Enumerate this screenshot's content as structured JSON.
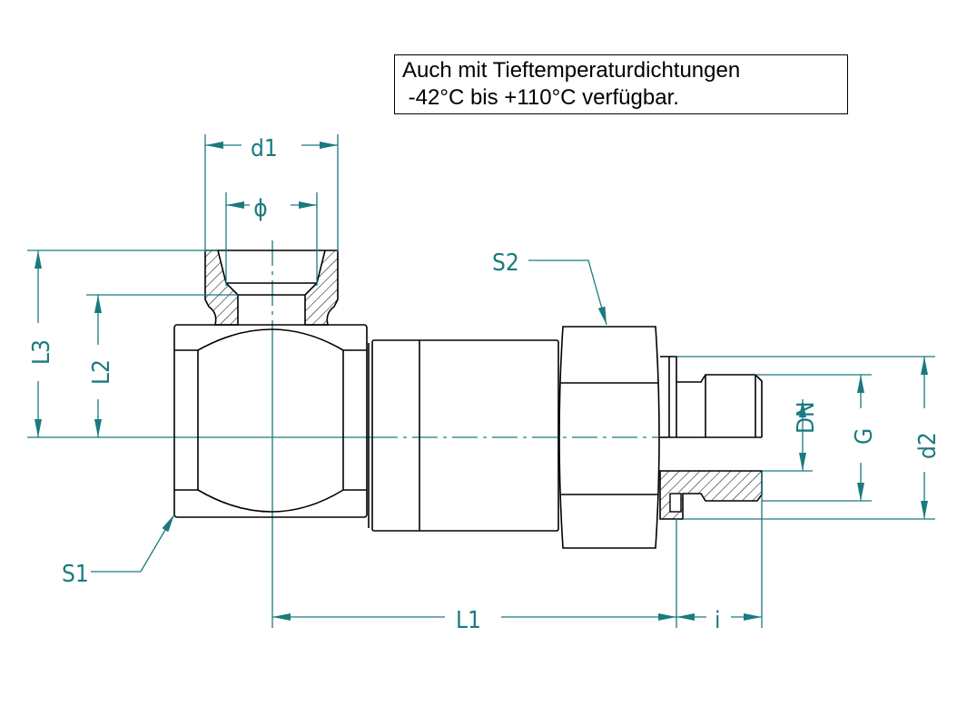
{
  "note": {
    "line1": "Auch mit Tieftemperaturdichtungen",
    "line2": " -42°C bis +110°C verfügbar."
  },
  "labels": {
    "d1": "d1",
    "phi": "ϕ",
    "L3": "L3",
    "L2": "L2",
    "S1": "S1",
    "S2": "S2",
    "L1": "L1",
    "i": "i",
    "DN": "DN",
    "G": "G",
    "d2": "d2"
  },
  "colors": {
    "dimension": "#1a7a80",
    "outline": "#000000"
  }
}
